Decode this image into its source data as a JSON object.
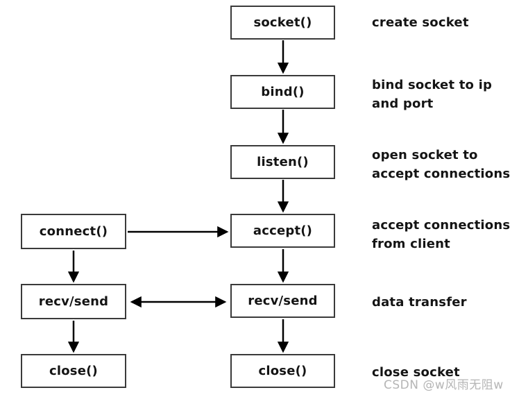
{
  "diagram": {
    "server_nodes": [
      {
        "label": "socket()",
        "annotation": "create socket"
      },
      {
        "label": "bind()",
        "annotation": "bind socket to ip\nand port"
      },
      {
        "label": "listen()",
        "annotation": "open socket to\naccept connections"
      },
      {
        "label": "accept()",
        "annotation": "accept connections\nfrom client"
      },
      {
        "label": "recv/send",
        "annotation": "data transfer"
      },
      {
        "label": "close()",
        "annotation": "close socket"
      }
    ],
    "client_nodes": [
      {
        "label": "connect()"
      },
      {
        "label": "recv/send"
      },
      {
        "label": "close()"
      }
    ],
    "watermark": "CSDN @w风雨无阻w",
    "colors": {
      "box_border": "#3a3a3a",
      "arrow": "#000000",
      "text": "#141414",
      "watermark": "#b5b5b5",
      "background": "#ffffff"
    }
  }
}
